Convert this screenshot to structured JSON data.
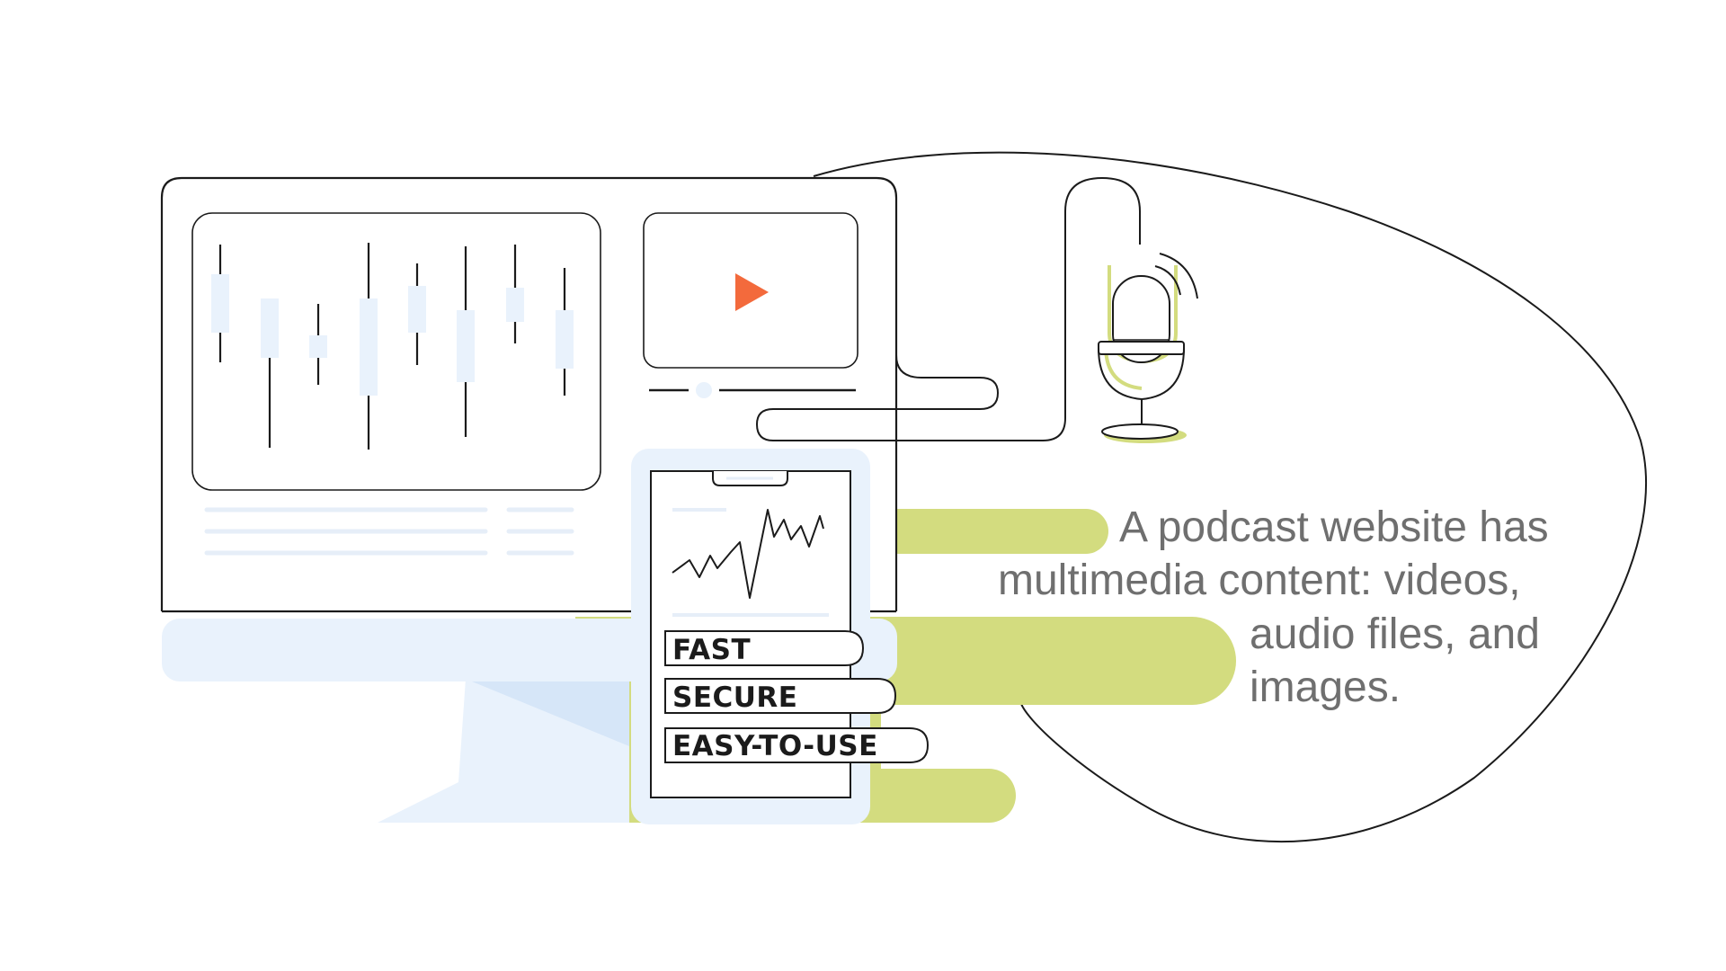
{
  "features": {
    "fast": "FAST",
    "secure": "SECURE",
    "easy": "EASY-TO-USE"
  },
  "caption": {
    "line1": "A podcast website has",
    "line2": "multimedia content: videos,",
    "line3": "audio files, and",
    "line4": "images."
  },
  "icons": {
    "play": "play-icon",
    "microphone": "microphone-icon"
  },
  "colors": {
    "accent_green": "#d3dc7f",
    "light_blue": "#e9f2fc",
    "play_orange": "#f36a3c",
    "outline": "#1b1b1b",
    "caption_gray": "#6f6f6f"
  }
}
